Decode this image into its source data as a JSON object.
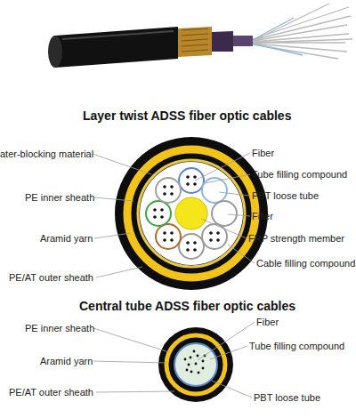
{
  "diagram": {
    "labels": [
      "Layer twist ADSS fiber optic cables",
      "ater-blocking material",
      "PE inner sheath",
      "Aramid yarn",
      "PE/AT outer sheath",
      "Fiber",
      "Tube filling compound",
      "PBT loose tube",
      "Filler",
      "FRP strength member",
      "Cable filling compound",
      "Central tube ADSS fiber optic cables",
      "PE inner sheath",
      "Aramid yarn",
      "PE/AT outer sheath",
      "Fiber",
      "Tube filling compound",
      "PBT loose tube"
    ]
  }
}
